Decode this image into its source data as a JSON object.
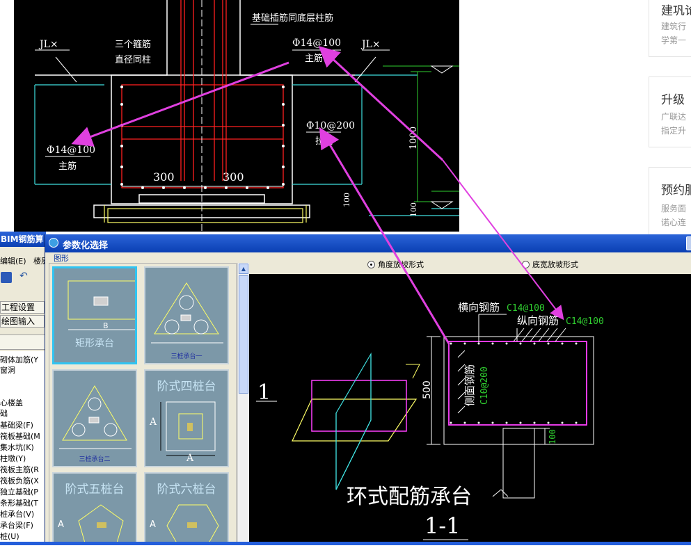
{
  "cad_top": {
    "label_top": "基础插筋同底层柱筋",
    "label_jl_left": "JL×",
    "label_jl_right": "JL×",
    "label_stirrup_1": "三个箍筋",
    "label_stirrup_2": "直径同柱",
    "label_top_bar": "Φ14@100",
    "label_top_bar_main": "主筋",
    "label_left_bar": "Φ14@100",
    "label_left_bar_main": "主筋",
    "label_side_bar": "Φ10@200",
    "label_side_bar_sub": "拉筋",
    "dim_300_left": "300",
    "dim_300_right": "300",
    "dim_1000": "1000",
    "dim_100_a": "100",
    "dim_100_b": "100"
  },
  "web": {
    "cards": [
      {
        "title": "建巩论",
        "lines": [
          "建筑行",
          "学第一"
        ]
      },
      {
        "title": "升级",
        "lines": [
          "广联达",
          "指定升"
        ]
      },
      {
        "title": "预约服",
        "lines": [
          "服务面",
          "诺心连"
        ]
      }
    ]
  },
  "bg_app": {
    "title": "BIM钢筋算",
    "menu": [
      "编辑(E)",
      "楼层"
    ],
    "panel_items": [
      "工程设置",
      "绘图输入"
    ],
    "tree": [
      "砌体加筋(Y",
      "窗洞",
      "心楼盖",
      "础",
      "基础梁(F)",
      "筏板基础(M",
      "集水坑(K)",
      "柱墩(Y)",
      "筏板主筋(R",
      "筏板负筋(X",
      "独立基础(P",
      "条形基础(T",
      "桩承台(V)",
      "承台梁(F)",
      "桩(U)"
    ]
  },
  "dialog": {
    "title": "参数化选择",
    "group_label": "图形",
    "radio_angle": "角度放坡形式",
    "radio_width": "底宽放坡形式",
    "thumbnails": [
      {
        "title": "矩形承台",
        "dim": "B"
      },
      {
        "title": "三桩承台一"
      },
      {
        "title": "三桩承台二"
      },
      {
        "title": "阶式四桩台",
        "dim_a": "A",
        "dim_a2": "A"
      },
      {
        "title": "阶式五桩台",
        "dim_a": "A"
      },
      {
        "title": "阶式六桩台",
        "dim_a": "A"
      }
    ]
  },
  "preview": {
    "label_horizontal": "横向钢筋",
    "label_horizontal_val": "C14@100",
    "label_vertical": "纵向钢筋",
    "label_vertical_val": "C14@100",
    "label_side": "侧面钢筋",
    "label_side_val": "C10@200",
    "dim_500": "500",
    "dim_100": "100",
    "section_mark": "1",
    "caption": "环式配筋承台",
    "section_title": "1-1"
  },
  "colors": {
    "annotation_arrow": "#e040e0",
    "cad_yellow": "#ffff66",
    "cad_cyan": "#40e0e0",
    "cad_red": "#ff2020",
    "cad_green": "#30d030",
    "cad_magenta": "#ff40ff",
    "thumb_bg": "#7c98a8"
  }
}
